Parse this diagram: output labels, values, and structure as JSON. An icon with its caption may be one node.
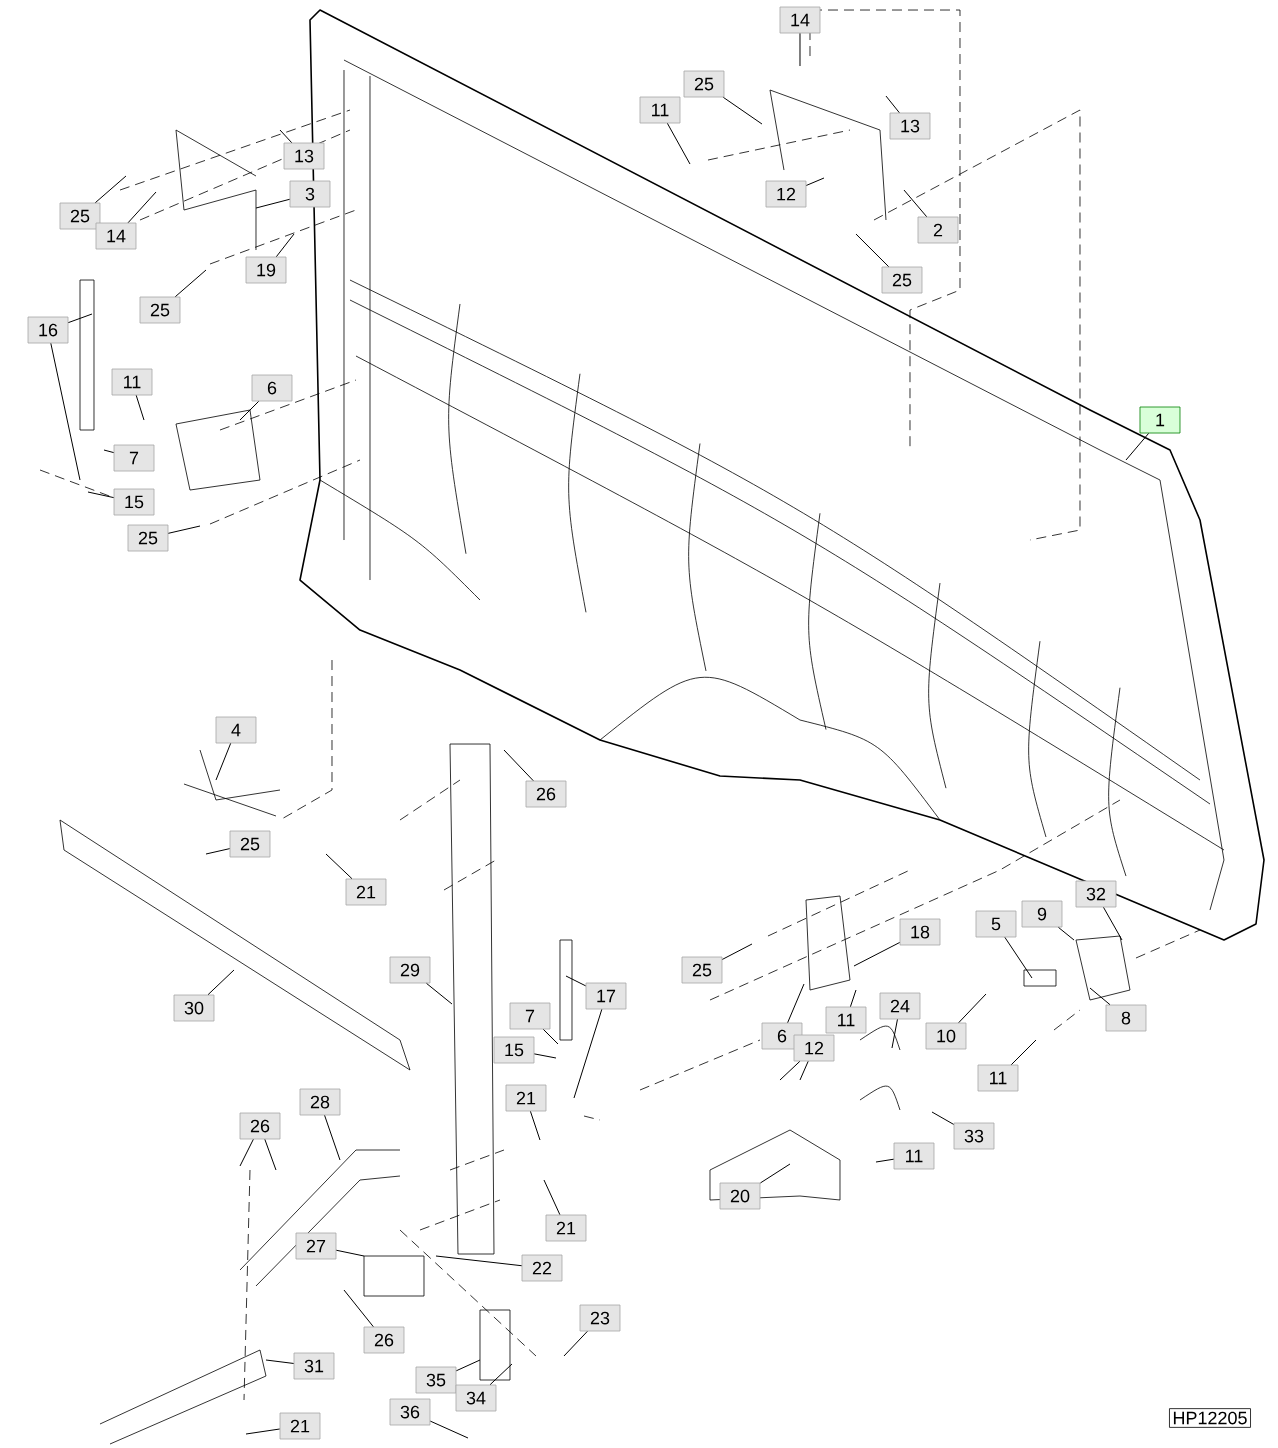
{
  "diagram": {
    "nodes": [
      {
        "text": [
          "14"
        ]
      },
      {
        "text": [
          "25"
        ]
      },
      {
        "text": [
          "11"
        ]
      },
      {
        "text": [
          "13"
        ]
      },
      {
        "text": [
          "13"
        ]
      },
      {
        "text": [
          "12"
        ]
      },
      {
        "text": [
          "3"
        ]
      },
      {
        "text": [
          "25"
        ]
      },
      {
        "text": [
          "2"
        ]
      },
      {
        "text": [
          "14"
        ]
      },
      {
        "text": [
          "19"
        ]
      },
      {
        "text": [
          "25"
        ]
      },
      {
        "text": [
          "25"
        ]
      },
      {
        "text": [
          "16"
        ]
      },
      {
        "text": [
          "11"
        ]
      },
      {
        "text": [
          "6"
        ]
      },
      {
        "text": [
          "1"
        ]
      },
      {
        "text": [
          "7"
        ]
      },
      {
        "text": [
          "15"
        ]
      },
      {
        "text": [
          "25"
        ]
      },
      {
        "text": [
          "4"
        ]
      },
      {
        "text": [
          "26"
        ]
      },
      {
        "text": [
          "25"
        ]
      },
      {
        "text": [
          "21"
        ]
      },
      {
        "text": [
          "9"
        ]
      },
      {
        "text": [
          "32"
        ]
      },
      {
        "text": [
          "5"
        ]
      },
      {
        "text": [
          "18"
        ]
      },
      {
        "text": [
          "25"
        ]
      },
      {
        "text": [
          "29"
        ]
      },
      {
        "text": [
          "17"
        ]
      },
      {
        "text": [
          "11"
        ]
      },
      {
        "text": [
          "24"
        ]
      },
      {
        "text": [
          "30"
        ]
      },
      {
        "text": [
          "7"
        ]
      },
      {
        "text": [
          "8"
        ]
      },
      {
        "text": [
          "6"
        ]
      },
      {
        "text": [
          "10"
        ]
      },
      {
        "text": [
          "12"
        ]
      },
      {
        "text": [
          "15"
        ]
      },
      {
        "text": [
          "11"
        ]
      },
      {
        "text": [
          "21"
        ]
      },
      {
        "text": [
          "28"
        ]
      },
      {
        "text": [
          "26"
        ]
      },
      {
        "text": [
          "33"
        ]
      },
      {
        "text": [
          "11"
        ]
      },
      {
        "text": [
          "20"
        ]
      },
      {
        "text": [
          "21"
        ]
      },
      {
        "text": [
          "27"
        ]
      },
      {
        "text": [
          "22"
        ]
      },
      {
        "text": [
          "23"
        ]
      },
      {
        "text": [
          "26"
        ]
      },
      {
        "text": [
          "31"
        ]
      },
      {
        "text": [
          "35"
        ]
      },
      {
        "text": [
          "34"
        ]
      },
      {
        "text": [
          "36"
        ]
      },
      {
        "text": [
          "21"
        ]
      }
    ],
    "edges": [
      {
        "from": 0,
        "to": null,
        "arrow": "none"
      },
      {
        "from": 1,
        "to": null,
        "arrow": "none"
      },
      {
        "from": 2,
        "to": null,
        "arrow": "none"
      },
      {
        "from": 3,
        "to": null,
        "arrow": "none"
      },
      {
        "from": 4,
        "to": null,
        "arrow": "none"
      },
      {
        "from": 5,
        "to": null,
        "arrow": "none"
      },
      {
        "from": 6,
        "to": null,
        "arrow": "none"
      },
      {
        "from": 7,
        "to": null,
        "arrow": "none"
      },
      {
        "from": 8,
        "to": null,
        "arrow": "none"
      },
      {
        "from": 9,
        "to": null,
        "arrow": "none"
      },
      {
        "from": 10,
        "to": null,
        "arrow": "none"
      },
      {
        "from": 11,
        "to": null,
        "arrow": "none"
      },
      {
        "from": 12,
        "to": null,
        "arrow": "none"
      },
      {
        "from": 13,
        "to": null,
        "arrow": "none"
      },
      {
        "from": 13,
        "to": null,
        "arrow": "none"
      },
      {
        "from": 14,
        "to": null,
        "arrow": "none"
      },
      {
        "from": 15,
        "to": null,
        "arrow": "none"
      },
      {
        "from": 16,
        "to": null,
        "arrow": "none"
      },
      {
        "from": 17,
        "to": null,
        "arrow": "none"
      },
      {
        "from": 18,
        "to": null,
        "arrow": "none"
      },
      {
        "from": 19,
        "to": null,
        "arrow": "none"
      },
      {
        "from": 20,
        "to": null,
        "arrow": "none"
      },
      {
        "from": 21,
        "to": null,
        "arrow": "none"
      },
      {
        "from": 22,
        "to": null,
        "arrow": "none"
      },
      {
        "from": 23,
        "to": null,
        "arrow": "none"
      },
      {
        "from": 24,
        "to": null,
        "arrow": "none"
      },
      {
        "from": 25,
        "to": null,
        "arrow": "none"
      },
      {
        "from": 26,
        "to": null,
        "arrow": "none"
      },
      {
        "from": 27,
        "to": null,
        "arrow": "none"
      },
      {
        "from": 28,
        "to": null,
        "arrow": "none"
      },
      {
        "from": 29,
        "to": null,
        "arrow": "none"
      },
      {
        "from": 30,
        "to": null,
        "arrow": "none"
      },
      {
        "from": 30,
        "to": null,
        "arrow": "none"
      },
      {
        "from": 31,
        "to": null,
        "arrow": "none"
      },
      {
        "from": 32,
        "to": null,
        "arrow": "none"
      },
      {
        "from": 33,
        "to": null,
        "arrow": "none"
      },
      {
        "from": 34,
        "to": null,
        "arrow": "none"
      },
      {
        "from": 35,
        "to": null,
        "arrow": "none"
      },
      {
        "from": 36,
        "to": null,
        "arrow": "none"
      },
      {
        "from": 37,
        "to": null,
        "arrow": "none"
      },
      {
        "from": 38,
        "to": null,
        "arrow": "none"
      },
      {
        "from": 38,
        "to": null,
        "arrow": "none"
      },
      {
        "from": 39,
        "to": null,
        "arrow": "none"
      },
      {
        "from": 40,
        "to": null,
        "arrow": "none"
      },
      {
        "from": 41,
        "to": null,
        "arrow": "none"
      },
      {
        "from": 42,
        "to": null,
        "arrow": "none"
      },
      {
        "from": 43,
        "to": null,
        "arrow": "none"
      },
      {
        "from": 43,
        "to": null,
        "arrow": "none"
      },
      {
        "from": 44,
        "to": null,
        "arrow": "none"
      },
      {
        "from": 45,
        "to": null,
        "arrow": "none"
      },
      {
        "from": 46,
        "to": null,
        "arrow": "none"
      },
      {
        "from": 47,
        "to": null,
        "arrow": "none"
      },
      {
        "from": 48,
        "to": null,
        "arrow": "none"
      },
      {
        "from": 49,
        "to": null,
        "arrow": "none"
      },
      {
        "from": 50,
        "to": null,
        "arrow": "none"
      },
      {
        "from": 51,
        "to": null,
        "arrow": "none"
      },
      {
        "from": 52,
        "to": null,
        "arrow": "none"
      },
      {
        "from": 53,
        "to": null,
        "arrow": "none"
      },
      {
        "from": 54,
        "to": null,
        "arrow": "none"
      },
      {
        "from": 55,
        "to": null,
        "arrow": "none"
      },
      {
        "from": 56,
        "to": null,
        "arrow": "none"
      }
    ],
    "labels": [
      "HP12205"
    ]
  }
}
